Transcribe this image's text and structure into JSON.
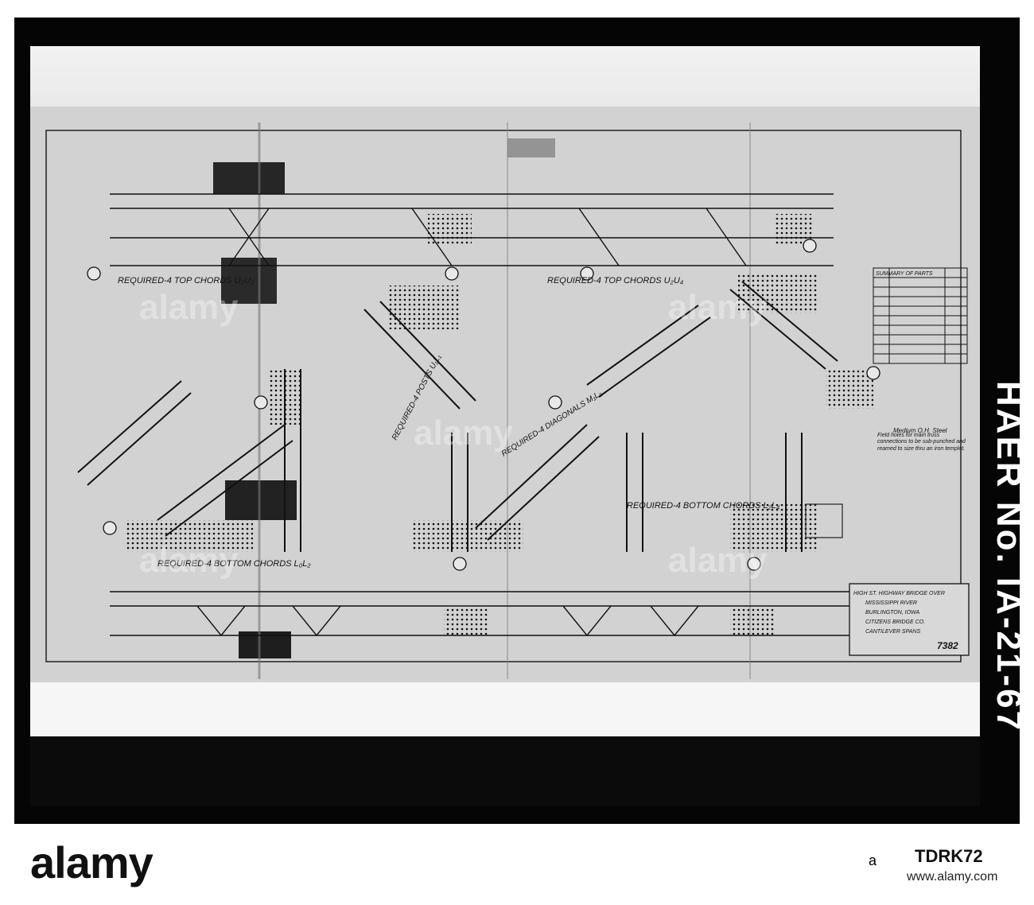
{
  "drawing": {
    "titles": {
      "top_chords_left": "REQUIRED-4 TOP CHORDS U₀U₂",
      "top_chords_right": "REQUIRED-4 TOP CHORDS U₂U₄",
      "bottom_chords_left": "REQUIRED-4 BOTTOM CHORDS L₀L₂",
      "bottom_chords_right": "REQUIRED-4 BOTTOM CHORDS L₂L₄",
      "posts": "REQUIRED-4 POSTS U₁L₁",
      "diagonals": "REQUIRED-4 DIAGONALS M₁L₂"
    },
    "summary_header": "SUMMARY OF PARTS",
    "notes": [
      "Medium O.H. Steel",
      "Field holes for main truss connections to be sub-punched and reamed to size thru an iron templet."
    ],
    "title_block": {
      "line1": "HIGH ST. HIGHWAY BRIDGE OVER",
      "line2": "MISSISSIPPI RIVER",
      "line3": "BURLINGTON, IOWA",
      "line4": "CITIZENS BRIDGE CO.",
      "line5": "CANTILEVER SPANS",
      "sheet_number": "7382"
    }
  },
  "haer_label": "HAER No. IA-21-67",
  "watermark": "alamy",
  "stock_id": "TDRK72",
  "stock_url": "www.alamy.com",
  "credit": "a"
}
